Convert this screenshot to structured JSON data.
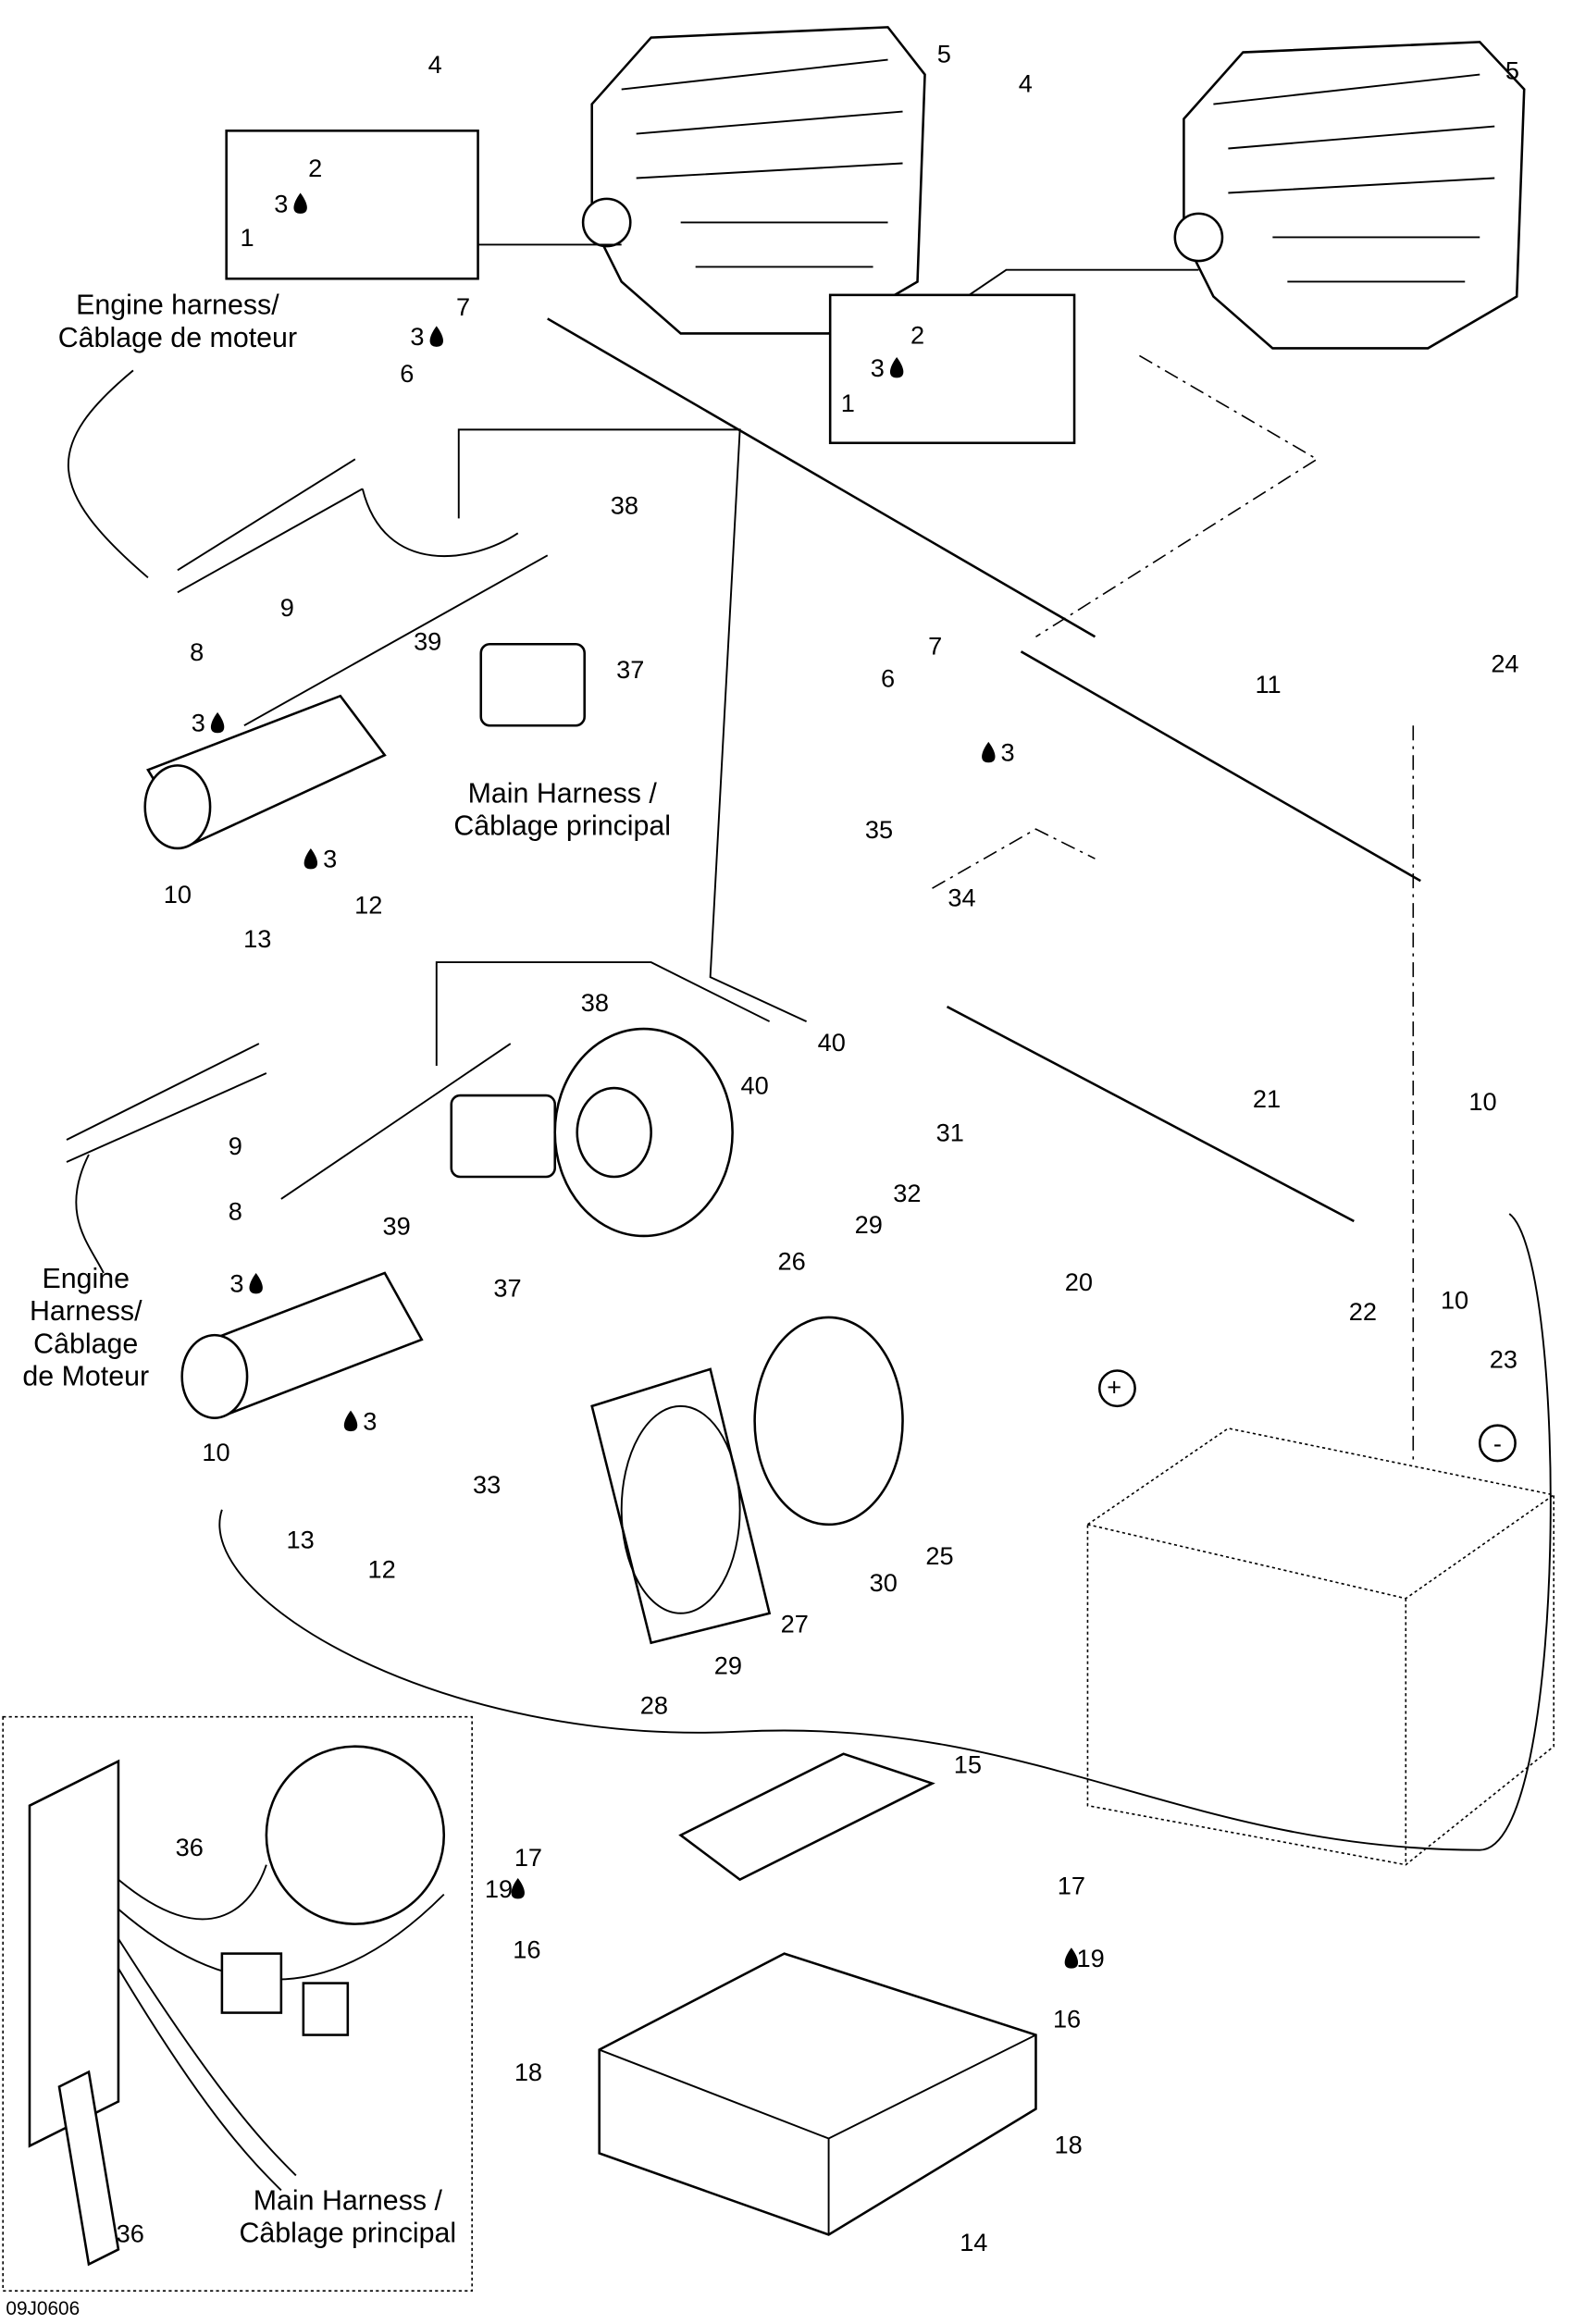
{
  "diagram_code": "09J0606",
  "colors": {
    "line": "#000000",
    "background": "#ffffff"
  },
  "harness_labels": [
    {
      "line1": "Engine harness/",
      "line2": "Câblage de moteur"
    },
    {
      "line1": "Main Harness /",
      "line2": "Câblage principal"
    },
    {
      "line1": "Engine",
      "line2": "Harness/",
      "line3": "Câblage",
      "line4": "de Moteur"
    },
    {
      "line1": "Main Harness /",
      "line2": "Câblage principal"
    }
  ],
  "callouts": [
    {
      "text": "4"
    },
    {
      "text": "5"
    },
    {
      "text": "2"
    },
    {
      "text": "3",
      "icon": "drop-icon-right"
    },
    {
      "text": "1"
    },
    {
      "text": "4"
    },
    {
      "text": "5"
    },
    {
      "text": "2"
    },
    {
      "text": "3",
      "icon": "drop-icon-right"
    },
    {
      "text": "1"
    },
    {
      "text": "7"
    },
    {
      "text": "3",
      "icon": "drop-icon-right"
    },
    {
      "text": "6"
    },
    {
      "text": "38"
    },
    {
      "text": "9"
    },
    {
      "text": "8"
    },
    {
      "text": "39"
    },
    {
      "text": "37"
    },
    {
      "text": "3",
      "icon": "drop-icon-right"
    },
    {
      "text": "7"
    },
    {
      "text": "6"
    },
    {
      "text": "3",
      "icon": "drop-icon-left"
    },
    {
      "text": "11"
    },
    {
      "text": "24"
    },
    {
      "text": "3",
      "icon": "drop-icon-left"
    },
    {
      "text": "10"
    },
    {
      "text": "12"
    },
    {
      "text": "13"
    },
    {
      "text": "35"
    },
    {
      "text": "34"
    },
    {
      "text": "40"
    },
    {
      "text": "40"
    },
    {
      "text": "38"
    },
    {
      "text": "9"
    },
    {
      "text": "8"
    },
    {
      "text": "39"
    },
    {
      "text": "37"
    },
    {
      "text": "26"
    },
    {
      "text": "29"
    },
    {
      "text": "32"
    },
    {
      "text": "31"
    },
    {
      "text": "21"
    },
    {
      "text": "10"
    },
    {
      "text": "10"
    },
    {
      "text": "20"
    },
    {
      "text": "22"
    },
    {
      "text": "23"
    },
    {
      "text": "+"
    },
    {
      "text": "-"
    },
    {
      "text": "3",
      "icon": "drop-icon-right"
    },
    {
      "text": "3",
      "icon": "drop-icon-left"
    },
    {
      "text": "10"
    },
    {
      "text": "13"
    },
    {
      "text": "12"
    },
    {
      "text": "33"
    },
    {
      "text": "25"
    },
    {
      "text": "30"
    },
    {
      "text": "27"
    },
    {
      "text": "29"
    },
    {
      "text": "28"
    },
    {
      "text": "15"
    },
    {
      "text": "17"
    },
    {
      "text": "19",
      "icon": "drop-icon-right"
    },
    {
      "text": "16"
    },
    {
      "text": "18"
    },
    {
      "text": "17"
    },
    {
      "text": "19",
      "icon": "drop-icon-left"
    },
    {
      "text": "16"
    },
    {
      "text": "18"
    },
    {
      "text": "14"
    },
    {
      "text": "36"
    },
    {
      "text": "36"
    }
  ]
}
